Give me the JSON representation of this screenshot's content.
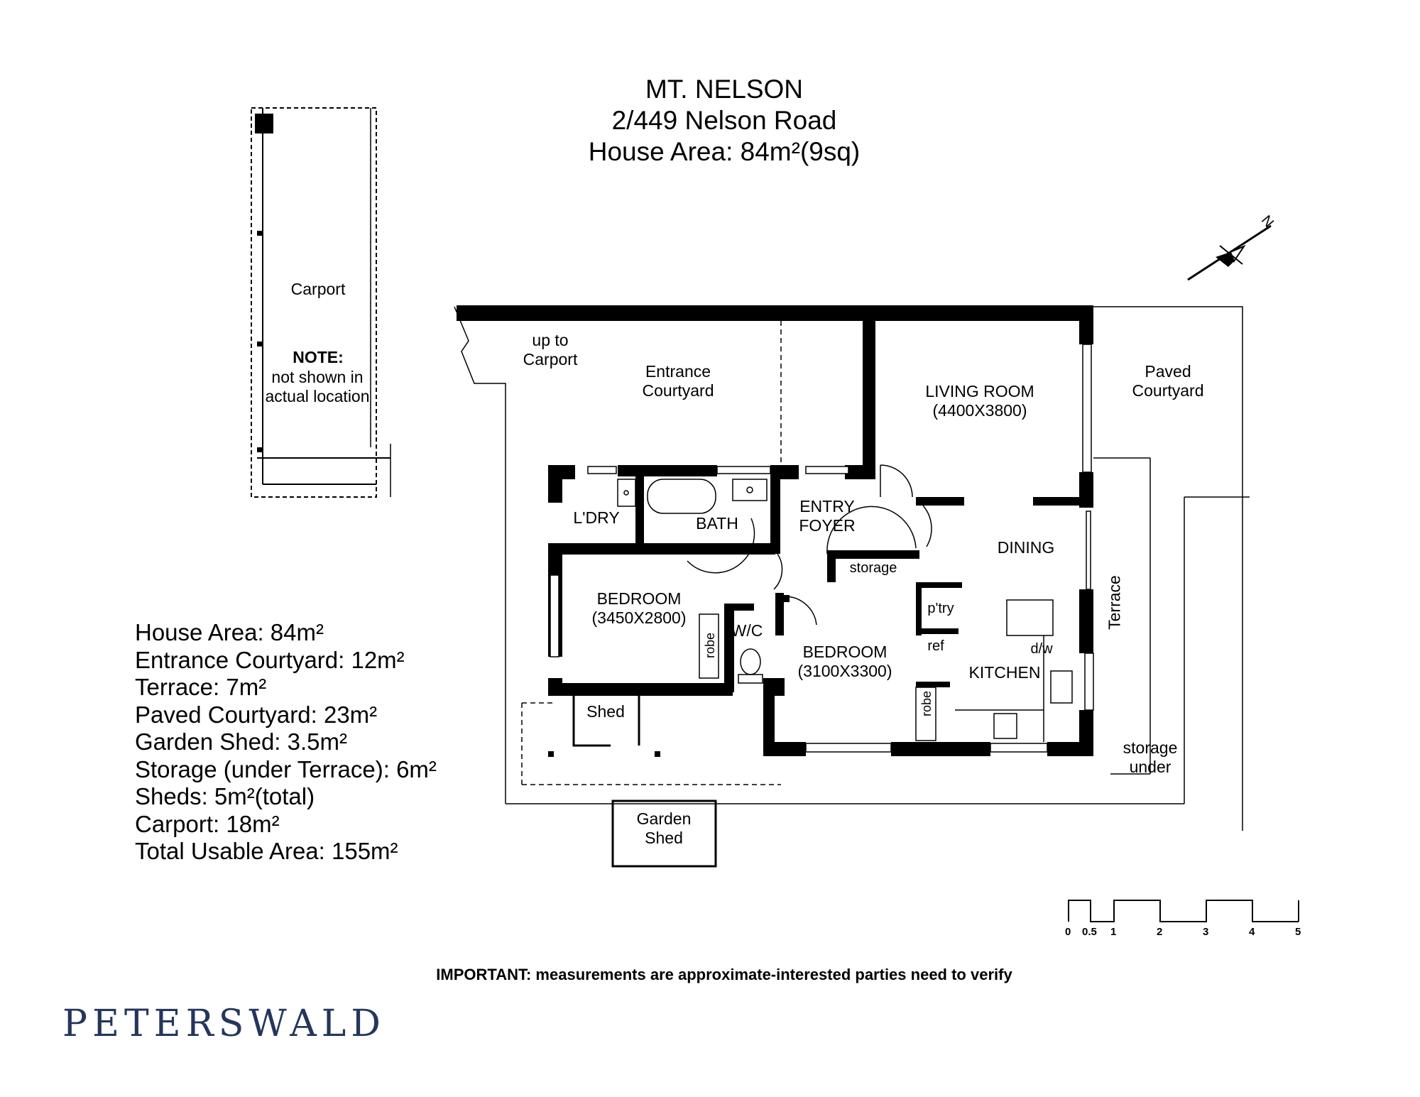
{
  "header": {
    "suburb": "MT. NELSON",
    "address": "2/449 Nelson Road",
    "house_area": "House Area: 84m²(9sq)"
  },
  "compass": {
    "label": "N"
  },
  "carport": {
    "label": "Carport",
    "note_title": "NOTE:",
    "note_line1": "not shown in",
    "note_line2": "actual location"
  },
  "rooms": {
    "up_to_carport_1": "up to",
    "up_to_carport_2": "Carport",
    "entrance_courtyard_1": "Entrance",
    "entrance_courtyard_2": "Courtyard",
    "living_room": "LIVING ROOM",
    "living_room_dims": "(4400X3800)",
    "paved_courtyard_1": "Paved",
    "paved_courtyard_2": "Courtyard",
    "laundry": "L'DRY",
    "bath": "BATH",
    "entry_1": "ENTRY",
    "entry_2": "FOYER",
    "dining": "DINING",
    "storage": "storage",
    "bedroom1": "BEDROOM",
    "bedroom1_dims": "(3450X2800)",
    "robe1": "robe",
    "wc": "W/C",
    "bedroom2": "BEDROOM",
    "bedroom2_dims": "(3100X3300)",
    "robe2": "robe",
    "pantry": "p'try",
    "ref": "ref",
    "dw": "d/w",
    "kitchen": "KITCHEN",
    "terrace": "Terrace",
    "storage_under_1": "storage",
    "storage_under_2": "under",
    "shed": "Shed",
    "garden_shed_1": "Garden",
    "garden_shed_2": "Shed"
  },
  "areas": [
    "House Area: 84m²",
    "Entrance Courtyard: 12m²",
    "Terrace: 7m²",
    "Paved Courtyard: 23m²",
    "Garden Shed: 3.5m²",
    "Storage (under Terrace): 6m²",
    "Sheds: 5m²(total)",
    "Carport: 18m²",
    "Total Usable Area: 155m²"
  ],
  "scale": {
    "ticks": [
      "0",
      "0.5",
      "1",
      "2",
      "3",
      "4",
      "5"
    ]
  },
  "notice": "IMPORTANT: measurements are approximate-interested parties need to verify",
  "brand": "PETERSWALD"
}
